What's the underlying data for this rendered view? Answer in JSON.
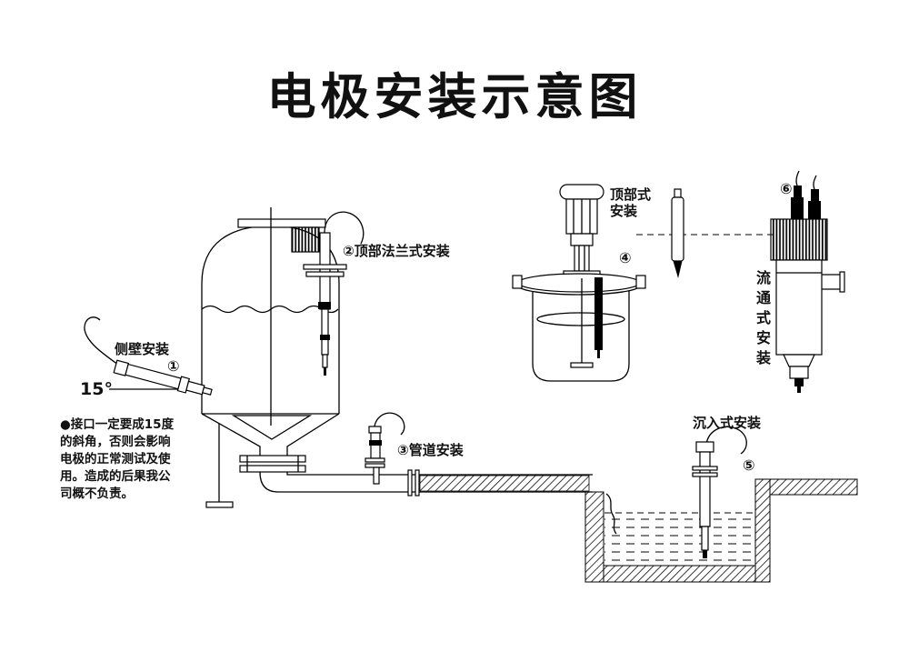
{
  "title": "电极安装示意图",
  "installations": {
    "side_wall": {
      "num": "①",
      "label": "侧壁安装",
      "angle": "15°"
    },
    "top_flange": {
      "label": "②顶部法兰式安装"
    },
    "pipeline": {
      "label": "③管道安装"
    },
    "top_type": {
      "num": "④",
      "line1": "顶部式",
      "line2": "安装"
    },
    "submerged": {
      "num": "⑤",
      "label": "沉入式安装"
    },
    "flow_through": {
      "num": "⑥",
      "chars": [
        "流",
        "通",
        "式",
        "安",
        "装"
      ]
    }
  },
  "note": {
    "lines": [
      "●接口一定要成15度",
      "的斜角，否则会影响",
      "电极的正常测试及使",
      "用。造成的后果我公",
      "司概不负责。"
    ]
  }
}
